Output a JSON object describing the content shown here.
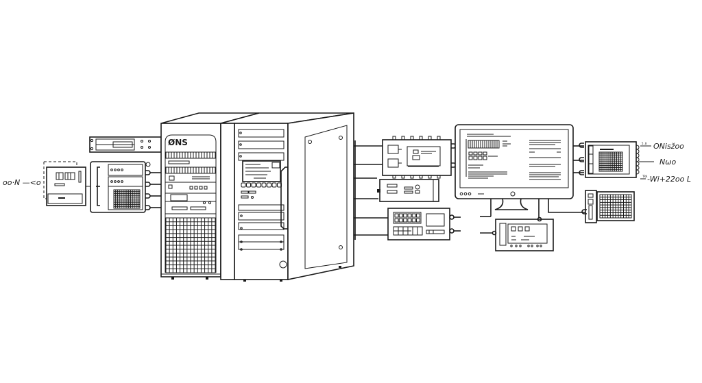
{
  "diagram": {
    "type": "equipment-schematic",
    "background": "#ffffff",
    "line_color": "#1a1a1a",
    "server_rack": {
      "logo": "ØNS"
    },
    "left_label": "oo·N —<o",
    "right_labels": [
      "ONisžoo",
      "Nωo",
      "-Wi+22oo L"
    ],
    "right_sublabels": [
      "5.0",
      "TRA"
    ],
    "nodes": [
      "left-terminal-module",
      "rack-mount-unit",
      "left-control-panel",
      "server-rack-left",
      "server-rack-right",
      "cabinet-side-door",
      "io-hub-module",
      "interface-card-unit",
      "control-console",
      "main-monitor",
      "display-controller",
      "right-grid-module",
      "right-keypad-module"
    ]
  }
}
